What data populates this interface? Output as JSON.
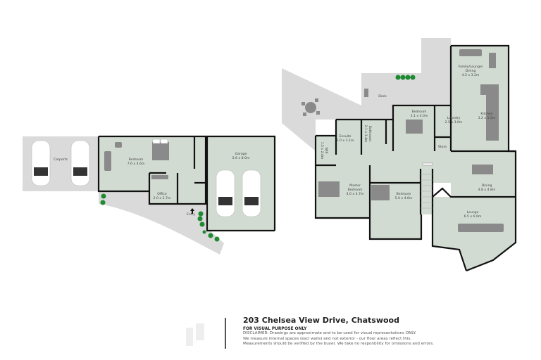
{
  "plan": {
    "ground": {
      "rooms": [
        {
          "name": "Carports",
          "dims": ""
        },
        {
          "name": "Bedroom",
          "dims": "7.6 x 4.6m"
        },
        {
          "name": "Office",
          "dims": "2.0 x 2.7m"
        },
        {
          "name": "Garage",
          "dims": "5.6 x 8.0m"
        }
      ],
      "entry_label": "Entry"
    },
    "upper": {
      "rooms": [
        {
          "name": "Deck",
          "dims": ""
        },
        {
          "name": "Family/Lounge/",
          "dims": "Dining",
          "extra": "4.5 x 3.2m"
        },
        {
          "name": "Kitchen",
          "dims": "3.2 x 5.5m"
        },
        {
          "name": "Bedroom",
          "dims": "3.1 x 4.0m"
        },
        {
          "name": "Laundry",
          "dims": "2.5 x 3.0m"
        },
        {
          "name": "Store",
          "dims": ""
        },
        {
          "name": "Ensuite",
          "dims": "2.0 x 3.1m"
        },
        {
          "name": "Bathroom",
          "dims": "2.1 x 3.4m"
        },
        {
          "name": "WIR",
          "dims": "1.5 x 2.4m"
        },
        {
          "name": "Master",
          "dims": "Bedroom",
          "extra": "4.0 x 4.7m"
        },
        {
          "name": "Bedroom",
          "dims": "5.0 x 4.6m"
        },
        {
          "name": "Dining",
          "dims": "4.8 x 4.8m"
        },
        {
          "name": "Lounge",
          "dims": "6.5 x 6.0m"
        }
      ]
    }
  },
  "footer": {
    "address": "203 Chelsea View Drive, Chatswood",
    "subtitle": "FOR VISUAL PURPOSE ONLY",
    "disclaimer": [
      "DISCLAIMER: Drawings are approximate and to be used for visual representations ONLY.",
      "We measure internal spaces (excl walls) and not exterior - our floor areas reflect this.",
      "Measurements should be verified by the buyer. We take no responbility for omissions and errors."
    ]
  },
  "colors": {
    "room": "#d2dbd2",
    "exterior": "#dadada",
    "wall": "#111111",
    "plant": "#1e8a32"
  }
}
